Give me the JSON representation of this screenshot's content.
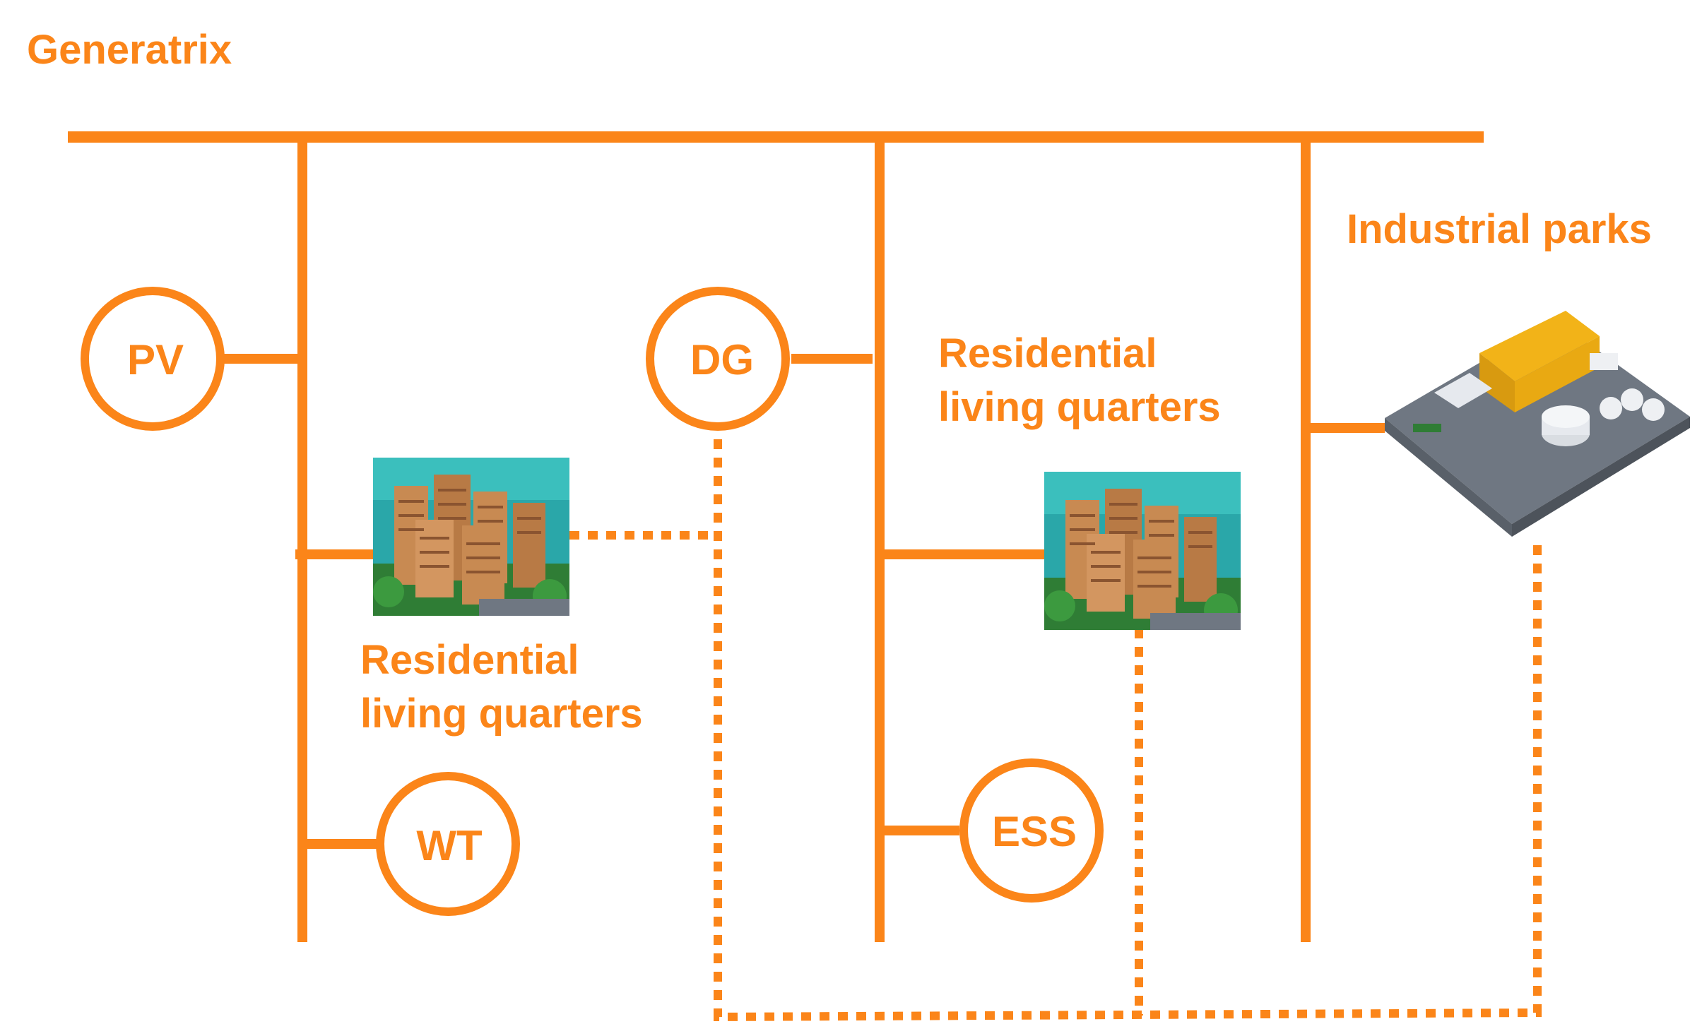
{
  "title": "Generatrix",
  "colors": {
    "accent": "#fb8519",
    "sky": "#2aa7a9",
    "building": "#c88a52",
    "building_dark": "#8a5430",
    "tree": "#2f7d35",
    "roof": "#f2b318",
    "ground": "#6f7782"
  },
  "nodes": {
    "pv": "PV",
    "dg": "DG",
    "wt": "WT",
    "ess": "ESS"
  },
  "loads": {
    "residential_left_line1": "Residential",
    "residential_left_line2": "living quarters",
    "residential_right_line1": "Residential",
    "residential_right_line2": "living quarters",
    "industrial": "Industrial parks"
  }
}
